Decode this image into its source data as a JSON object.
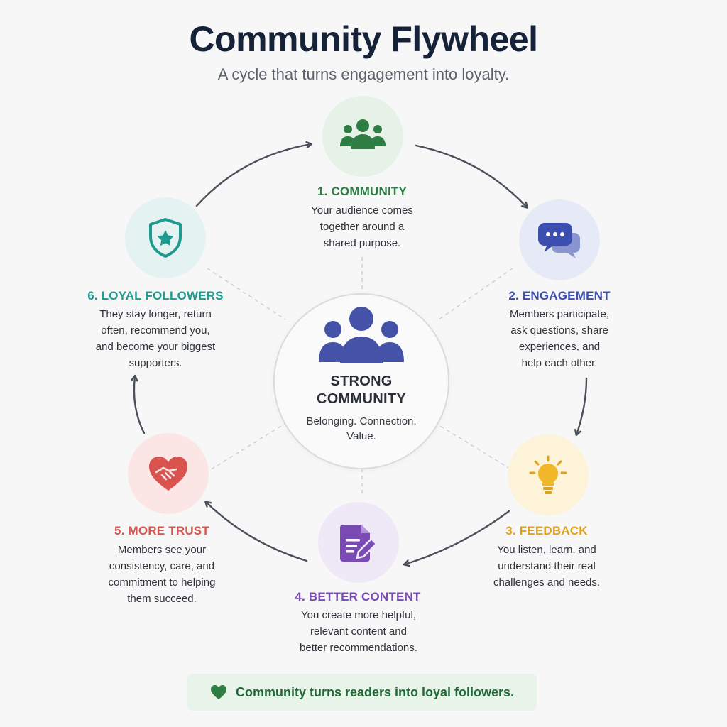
{
  "header": {
    "title": "Community Flywheel",
    "subtitle": "A cycle that turns engagement into loyalty."
  },
  "center": {
    "icon": "group-icon",
    "title_line1": "STRONG",
    "title_line2": "COMMUNITY",
    "desc_line1": "Belonging. Connection.",
    "desc_line2": "Value."
  },
  "steps": [
    {
      "title": "1. COMMUNITY",
      "icon": "people-icon",
      "color": "#2e7d43",
      "bg": "#e6f2e8",
      "desc": [
        "Your audience comes",
        "together around a",
        "shared purpose."
      ]
    },
    {
      "title": "2. ENGAGEMENT",
      "icon": "chat-bubbles-icon",
      "color": "#3c4fb0",
      "bg": "#e6eaf7",
      "desc": [
        "Members participate,",
        "ask questions, share",
        "experiences, and",
        "help each other."
      ]
    },
    {
      "title": "3. FEEDBACK",
      "icon": "lightbulb-icon",
      "color": "#e0a21b",
      "bg": "#fdf3d8",
      "desc": [
        "You listen, learn, and",
        "understand their real",
        "challenges and needs."
      ]
    },
    {
      "title": "4. BETTER CONTENT",
      "icon": "document-edit-icon",
      "color": "#7a4bb5",
      "bg": "#efe8f6",
      "desc": [
        "You create more helpful,",
        "relevant content and",
        "better recommendations."
      ]
    },
    {
      "title": "5. MORE TRUST",
      "icon": "handshake-heart-icon",
      "color": "#d9534f",
      "bg": "#fbe6e5",
      "desc": [
        "Members see your",
        "consistency, care, and",
        "commitment to helping",
        "them succeed."
      ]
    },
    {
      "title": "6. LOYAL FOLLOWERS",
      "icon": "shield-star-icon",
      "color": "#1f9a8f",
      "bg": "#e4f3f1",
      "desc": [
        "They stay longer, return",
        "often, recommend you,",
        "and become your biggest",
        "supporters."
      ]
    }
  ],
  "banner": {
    "icon": "heart-icon",
    "text": "Community turns readers into loyal followers.",
    "color": "#2e7d43"
  }
}
